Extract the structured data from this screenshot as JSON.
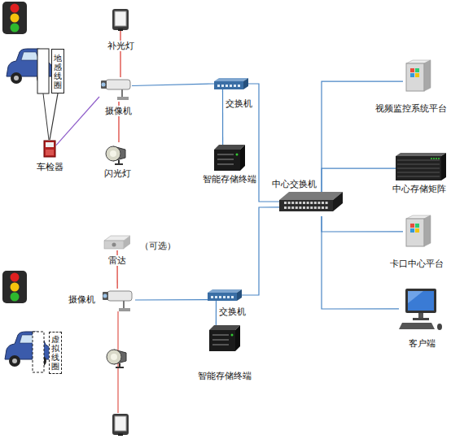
{
  "diagram": {
    "nodes": [
      {
        "text": [
          "补光灯"
        ]
      },
      {
        "text": [
          "地感线圈"
        ]
      },
      {
        "text": [
          "摄像机"
        ]
      },
      {
        "text": [
          "交换机"
        ]
      },
      {
        "text": [
          "车检器"
        ]
      },
      {
        "text": [
          "闪光灯"
        ]
      },
      {
        "text": [
          "智能存储终端"
        ]
      },
      {
        "text": [
          "中心交换机"
        ]
      },
      {
        "text": [
          "视频监控系统平台"
        ]
      },
      {
        "text": [
          "中心存储矩阵"
        ]
      },
      {
        "text": [
          "雷达"
        ]
      },
      {
        "text": [
          "卡口中心平台"
        ]
      },
      {
        "text": [
          "摄像机"
        ]
      },
      {
        "text": [
          "交换机"
        ]
      },
      {
        "text": [
          "虚拟线圈"
        ]
      },
      {
        "text": [
          "智能存储终端"
        ]
      },
      {
        "text": [
          "客户端"
        ]
      }
    ],
    "edges": [
      {
        "from": 0,
        "to": 2,
        "arrow": "none"
      },
      {
        "from": 1,
        "to": 4,
        "arrow": "none"
      },
      {
        "from": 4,
        "to": 2,
        "arrow": "none"
      },
      {
        "from": 2,
        "to": 5,
        "arrow": "none"
      },
      {
        "from": 2,
        "to": 3,
        "arrow": "none"
      },
      {
        "from": 3,
        "to": 6,
        "arrow": "none"
      },
      {
        "from": 3,
        "to": 7,
        "arrow": "none"
      },
      {
        "from": 7,
        "to": 8,
        "arrow": "none"
      },
      {
        "from": 7,
        "to": 9,
        "arrow": "none"
      },
      {
        "from": 7,
        "to": 11,
        "arrow": "none"
      },
      {
        "from": 7,
        "to": 16,
        "arrow": "none"
      },
      {
        "from": 10,
        "to": 12,
        "arrow": "none"
      },
      {
        "from": 12,
        "to": 13,
        "arrow": "none"
      },
      {
        "from": 13,
        "to": 15,
        "arrow": "none"
      },
      {
        "from": 13,
        "to": 7,
        "arrow": "none"
      }
    ],
    "labels": [
      "（可选）"
    ]
  }
}
